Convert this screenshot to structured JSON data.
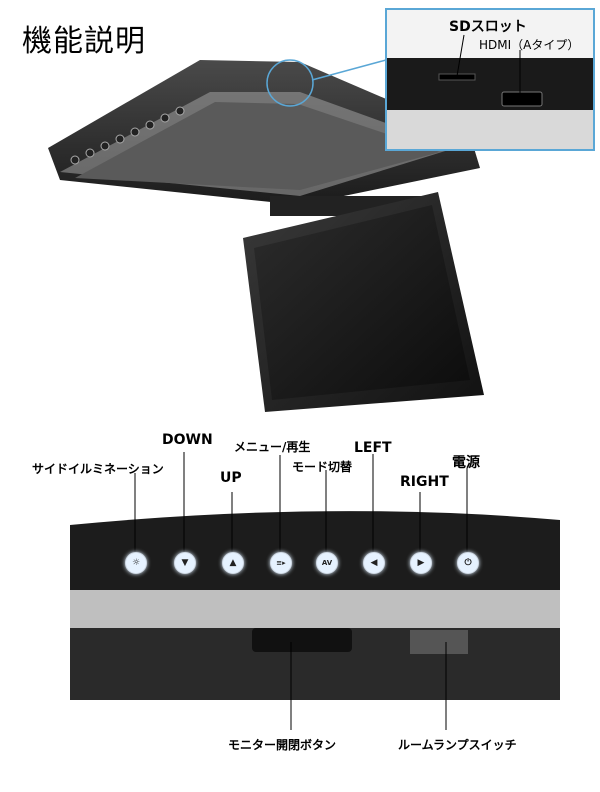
{
  "page": {
    "title": "機能説明"
  },
  "inset": {
    "sd_label": "SDスロット",
    "hdmi_label": "HDMI（Aタイプ）"
  },
  "buttons": [
    {
      "key": "illumination",
      "label": "サイドイルミネーション",
      "icon": "bulb-icon",
      "glyph": "☼"
    },
    {
      "key": "down",
      "label": "DOWN",
      "icon": "down-arrow-icon",
      "glyph": "▼"
    },
    {
      "key": "up",
      "label": "UP",
      "icon": "up-arrow-icon",
      "glyph": "▲"
    },
    {
      "key": "menu",
      "label": "メニュー/再生",
      "icon": "menu-play-icon",
      "glyph": "≡▸"
    },
    {
      "key": "mode",
      "label": "モード切替",
      "icon": "av-icon",
      "glyph": "AV"
    },
    {
      "key": "left",
      "label": "LEFT",
      "icon": "left-arrow-icon",
      "glyph": "◀"
    },
    {
      "key": "right",
      "label": "RIGHT",
      "icon": "right-arrow-icon",
      "glyph": "▶"
    },
    {
      "key": "power",
      "label": "電源",
      "icon": "power-icon",
      "glyph": "⏻"
    }
  ],
  "bottom": {
    "monitor_button": "モニター開閉ボタン",
    "room_lamp": "ルームランプスイッチ"
  },
  "colors": {
    "inset_border": "#5aa7d6",
    "button_glow": "#e6f2ff"
  }
}
